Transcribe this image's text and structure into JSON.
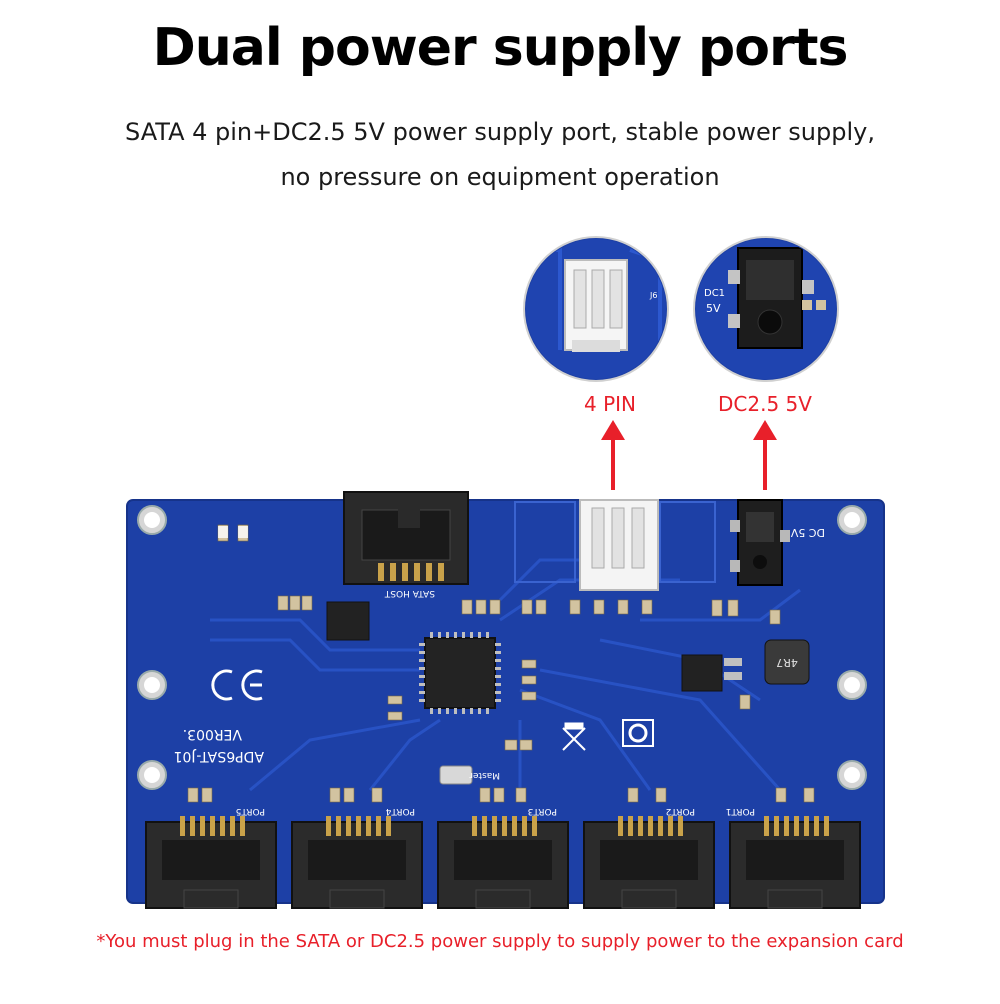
{
  "title": "Dual power supply ports",
  "subtitle": {
    "line1": "SATA 4 pin+DC2.5 5V  power supply port, stable power supply,",
    "line2": "no pressure on equipment operation"
  },
  "callouts": {
    "pin4": "4 PIN",
    "dc": "DC2.5 5V"
  },
  "footnote": "*You must plug in the SATA or DC2.5 power supply to supply power to the expansion card",
  "board": {
    "silkscreen": {
      "model": "ADP6SAT-J01",
      "version": "VER003.",
      "sata_host": "SATA HOST",
      "master": "Master",
      "ports": [
        "PORT5",
        "PORT4",
        "PORT3",
        "PORT2",
        "PORT1"
      ],
      "dc_label": "DC 5V",
      "inductor": "4R7",
      "zoom_dc": "DC1",
      "zoom_5v": "5V",
      "zoom_j6": "J6"
    }
  },
  "colors": {
    "accent_red": "#e8202a",
    "pcb_blue": "#1c3fa8",
    "pcb_dark": "#12308a"
  }
}
